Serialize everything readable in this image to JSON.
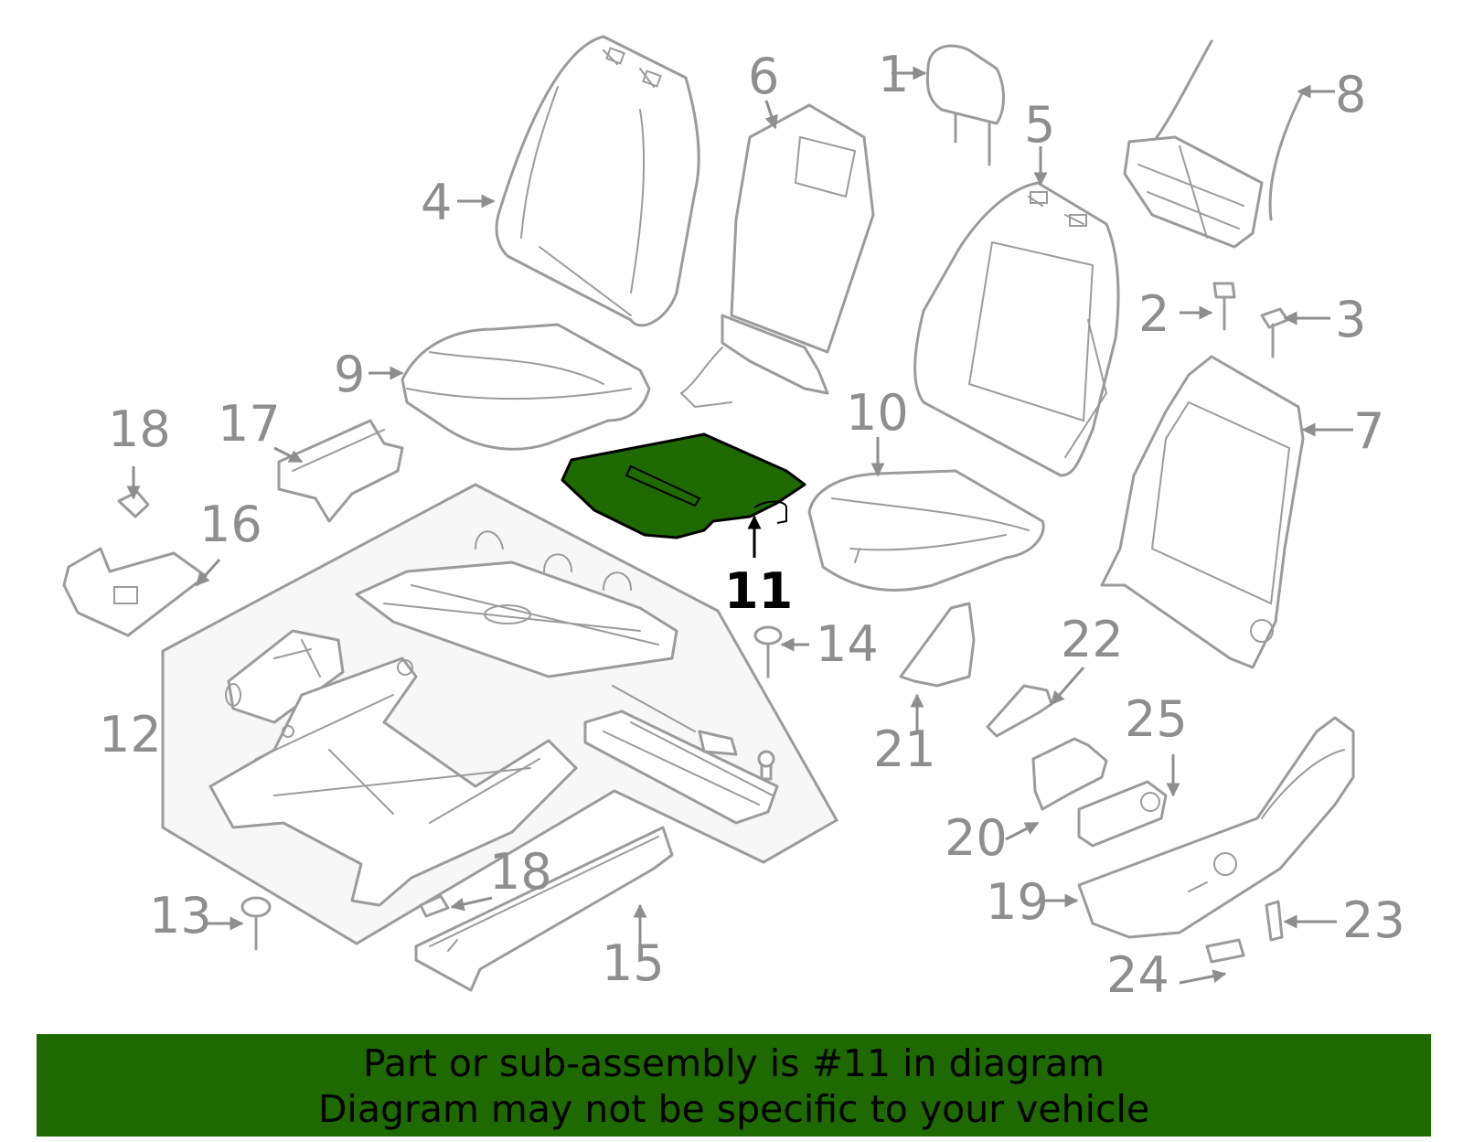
{
  "highlight_color": "#1e6a00",
  "banner": {
    "line1": "Part or sub-assembly is #11 in diagram",
    "line2": "Diagram may not be specific to your vehicle"
  },
  "callouts": {
    "c1": "1",
    "c2": "2",
    "c3": "3",
    "c4": "4",
    "c5": "5",
    "c6": "6",
    "c7": "7",
    "c8": "8",
    "c9": "9",
    "c10": "10",
    "c11": "11",
    "c12": "12",
    "c13": "13",
    "c14": "14",
    "c15": "15",
    "c16": "16",
    "c17": "17",
    "c18a": "18",
    "c18b": "18",
    "c19": "19",
    "c20": "20",
    "c21": "21",
    "c22": "22",
    "c23": "23",
    "c24": "24",
    "c25": "25"
  },
  "highlighted_part": "11"
}
